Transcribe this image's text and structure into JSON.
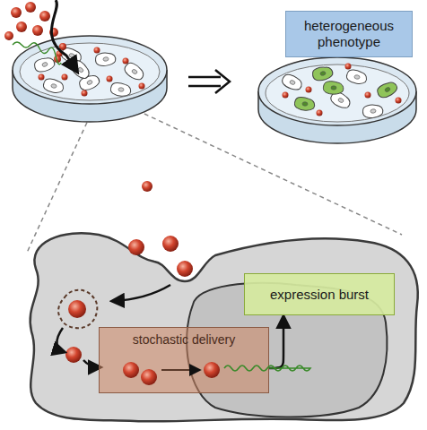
{
  "diagram": {
    "nodes": [
      {
        "text": [
          "heterogeneous phenotype"
        ]
      },
      {
        "text": [
          "stochastic delivery"
        ]
      },
      {
        "text": [
          "expression burst"
        ]
      }
    ],
    "edges": [
      {
        "from": 1,
        "to": 2,
        "arrow": "to"
      }
    ]
  }
}
